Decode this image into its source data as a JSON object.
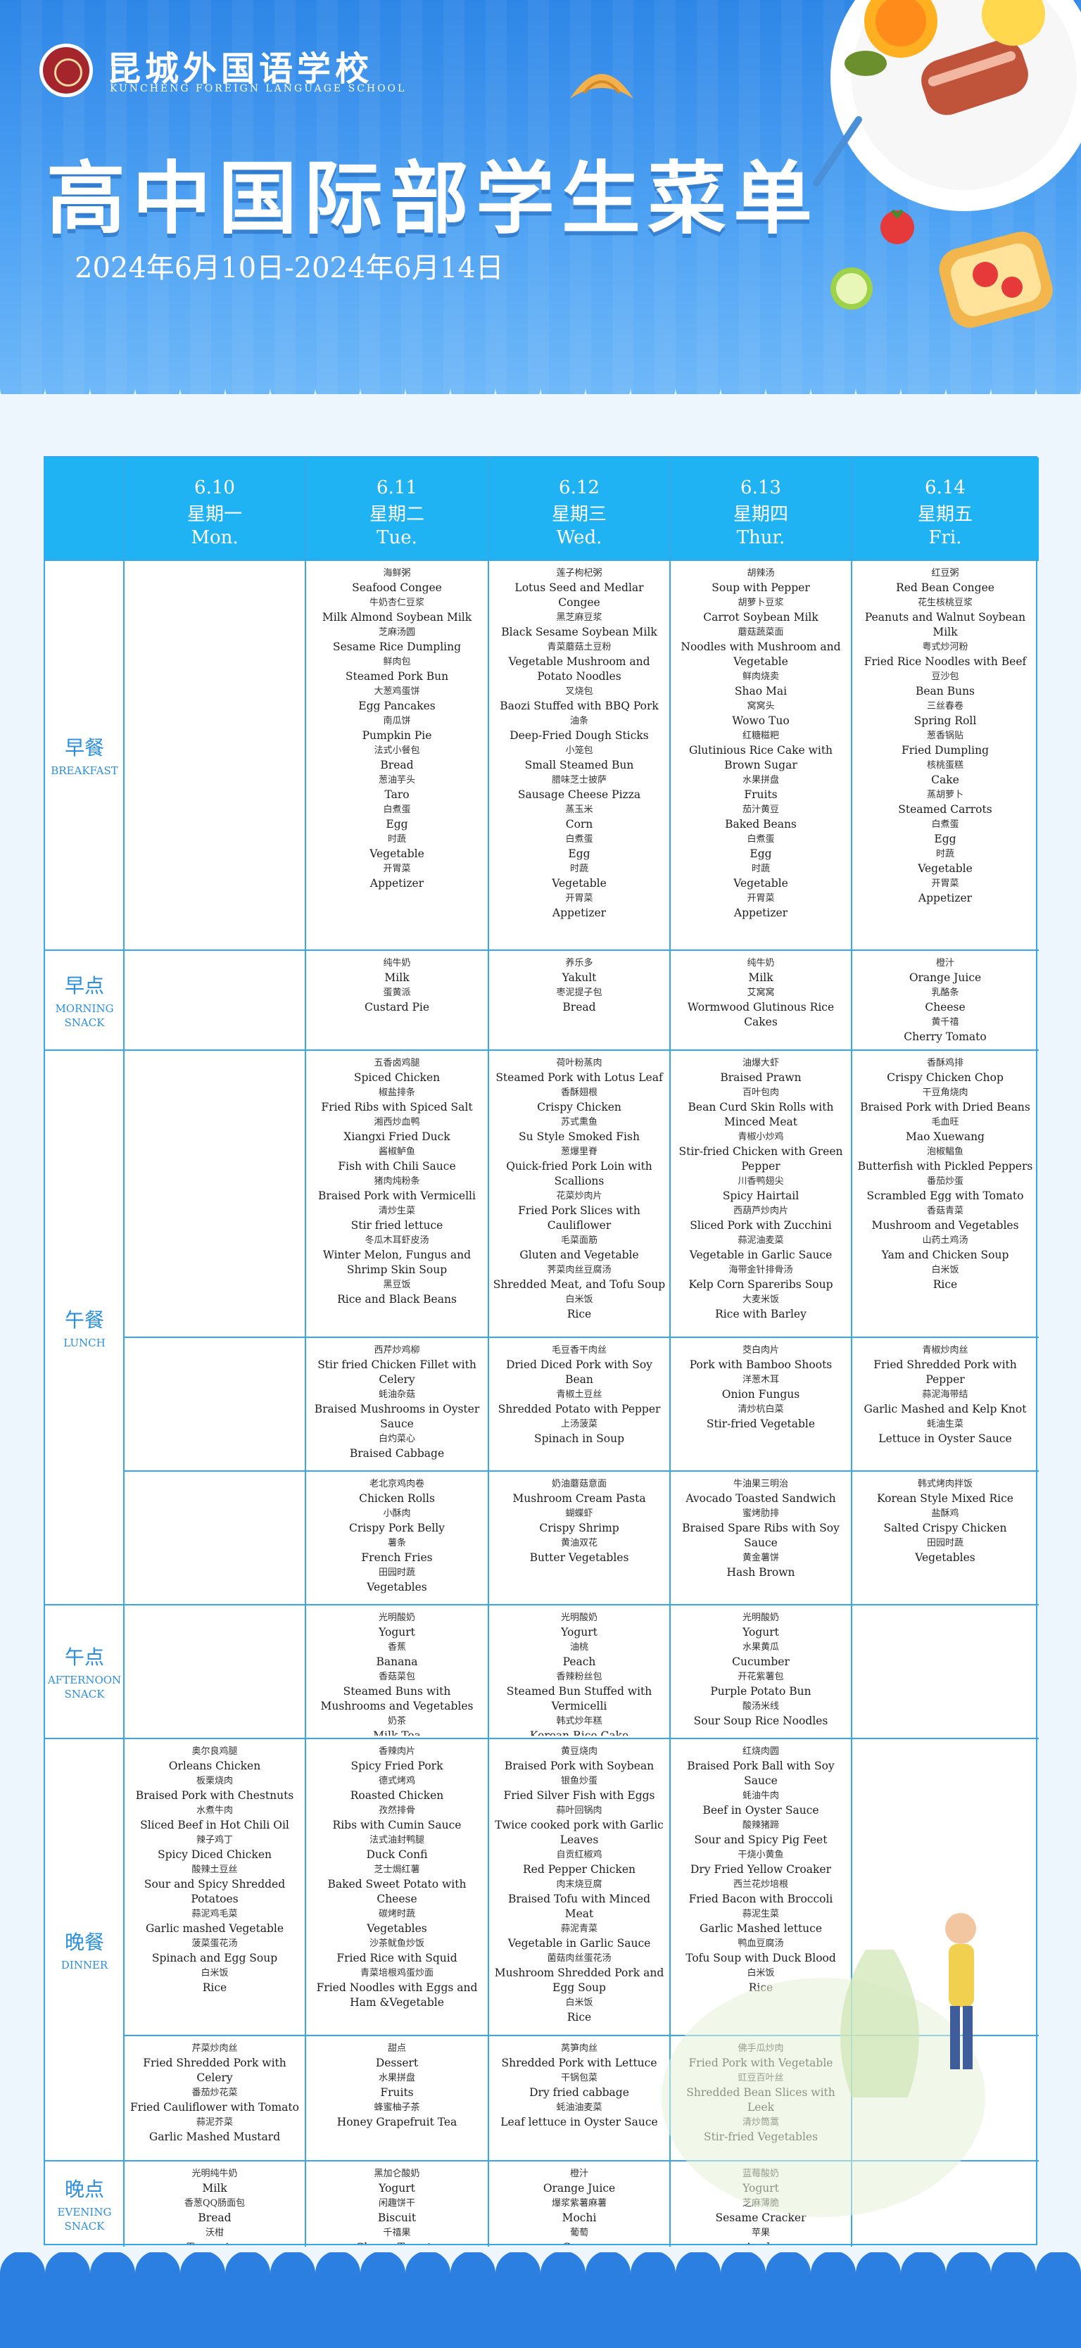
{
  "header": {
    "school_cn": "昆城外国语学校",
    "school_en": "KUNCHENG FOREIGN LANGUAGE SCHOOL",
    "title": "高中国际部学生菜单",
    "date_range": "2024年6月10日-2024年6月14日",
    "logo_icon": "school-emblem-icon"
  },
  "colors": {
    "accent": "#1fb3f3",
    "header_blue": "#2e86e6",
    "label_blue": "#2b8fe0"
  },
  "days": [
    {
      "date": "6.10",
      "cn": "星期一",
      "en": "Mon."
    },
    {
      "date": "6.11",
      "cn": "星期二",
      "en": "Tue."
    },
    {
      "date": "6.12",
      "cn": "星期三",
      "en": "Wed."
    },
    {
      "date": "6.13",
      "cn": "星期四",
      "en": "Thur."
    },
    {
      "date": "6.14",
      "cn": "星期五",
      "en": "Fri."
    }
  ],
  "meals": {
    "breakfast": {
      "cn": "早餐",
      "en": "BREAKFAST"
    },
    "morning": {
      "cn": "早点",
      "en": "MORNING SNACK"
    },
    "lunch": {
      "cn": "午餐",
      "en": "LUNCH"
    },
    "afternoon": {
      "cn": "午点",
      "en": "AFTERNOON SNACK"
    },
    "dinner": {
      "cn": "晚餐",
      "en": "DINNER"
    },
    "evening": {
      "cn": "晚点",
      "en": "EVENING SNACK"
    }
  },
  "cells": {
    "breakfast": [
      [],
      [
        [
          "海鲜粥",
          "Seafood Congee"
        ],
        [
          "牛奶杏仁豆浆",
          "Milk Almond Soybean Milk"
        ],
        [
          "芝麻汤圆",
          "Sesame Rice Dumpling"
        ],
        [
          "鲜肉包",
          "Steamed Pork Bun"
        ],
        [
          "大葱鸡蛋饼",
          "Egg Pancakes"
        ],
        [
          "南瓜饼",
          "Pumpkin Pie"
        ],
        [
          "法式小餐包",
          "Bread"
        ],
        [
          "葱油芋头",
          "Taro"
        ],
        [
          "白煮蛋",
          "Egg"
        ],
        [
          "时蔬",
          "Vegetable"
        ],
        [
          "开胃菜",
          "Appetizer"
        ]
      ],
      [
        [
          "莲子枸杞粥",
          "Lotus Seed and Medlar Congee"
        ],
        [
          "黑芝麻豆浆",
          "Black Sesame Soybean Milk"
        ],
        [
          "青菜蘑菇土豆粉",
          "Vegetable Mushroom and Potato Noodles"
        ],
        [
          "叉烧包",
          "Baozi Stuffed with BBQ Pork"
        ],
        [
          "油条",
          "Deep-Fried Dough Sticks"
        ],
        [
          "小笼包",
          "Small Steamed Bun"
        ],
        [
          "腊味芝士披萨",
          "Sausage Cheese Pizza"
        ],
        [
          "蒸玉米",
          "Corn"
        ],
        [
          "白煮蛋",
          "Egg"
        ],
        [
          "时蔬",
          "Vegetable"
        ],
        [
          "开胃菜",
          "Appetizer"
        ]
      ],
      [
        [
          "胡辣汤",
          "Soup with Pepper"
        ],
        [
          "胡萝卜豆浆",
          "Carrot Soybean Milk"
        ],
        [
          "蘑菇蔬菜面",
          "Noodles with Mushroom and Vegetable"
        ],
        [
          "鲜肉烧卖",
          "Shao Mai"
        ],
        [
          "窝窝头",
          "Wowo Tuo"
        ],
        [
          "红糖糍粑",
          "Glutinious Rice Cake with Brown Sugar"
        ],
        [
          "水果拼盘",
          "Fruits"
        ],
        [
          "茄汁黄豆",
          "Baked Beans"
        ],
        [
          "白煮蛋",
          "Egg"
        ],
        [
          "时蔬",
          "Vegetable"
        ],
        [
          "开胃菜",
          "Appetizer"
        ]
      ],
      [
        [
          "红豆粥",
          "Red Bean Congee"
        ],
        [
          "花生核桃豆浆",
          "Peanuts and Walnut Soybean Milk"
        ],
        [
          "粤式炒河粉",
          "Fried Rice Noodles with Beef"
        ],
        [
          "豆沙包",
          "Bean Buns"
        ],
        [
          "三丝春卷",
          "Spring Roll"
        ],
        [
          "葱香锅贴",
          "Fried Dumpling"
        ],
        [
          "核桃蛋糕",
          "Cake"
        ],
        [
          "蒸胡萝卜",
          "Steamed Carrots"
        ],
        [
          "白煮蛋",
          "Egg"
        ],
        [
          "时蔬",
          "Vegetable"
        ],
        [
          "开胃菜",
          "Appetizer"
        ]
      ]
    ],
    "morning": [
      [],
      [
        [
          "纯牛奶",
          "Milk"
        ],
        [
          "蛋黄派",
          "Custard Pie"
        ]
      ],
      [
        [
          "养乐多",
          "Yakult"
        ],
        [
          "枣泥提子包",
          "Bread"
        ]
      ],
      [
        [
          "纯牛奶",
          "Milk"
        ],
        [
          "艾窝窝",
          "Wormwood Glutinous Rice Cakes"
        ]
      ],
      [
        [
          "橙汁",
          "Orange Juice"
        ],
        [
          "乳酪条",
          "Cheese"
        ],
        [
          "黄千禧",
          "Cherry Tomato"
        ]
      ]
    ],
    "lunch1": [
      [],
      [
        [
          "五香卤鸡腿",
          "Spiced Chicken"
        ],
        [
          "椒盐排条",
          "Fried Ribs with Spiced Salt"
        ],
        [
          "湘西炒血鸭",
          "Xiangxi Fried Duck"
        ],
        [
          "酱椒鲈鱼",
          "Fish with Chili Sauce"
        ],
        [
          "猪肉炖粉条",
          "Braised Pork with Vermicelli"
        ],
        [
          "清炒生菜",
          "Stir fried lettuce"
        ],
        [
          "冬瓜木耳虾皮汤",
          "Winter Melon, Fungus and Shrimp Skin Soup"
        ],
        [
          "黑豆饭",
          "Rice and Black Beans"
        ]
      ],
      [
        [
          "荷叶粉蒸肉",
          "Steamed Pork with Lotus Leaf"
        ],
        [
          "香酥翅根",
          "Crispy Chicken"
        ],
        [
          "苏式熏鱼",
          "Su Style Smoked Fish"
        ],
        [
          "葱爆里脊",
          "Quick-fried Pork Loin with Scallions"
        ],
        [
          "花菜炒肉片",
          "Fried Pork Slices with Cauliflower"
        ],
        [
          "毛菜面筋",
          "Gluten and Vegetable"
        ],
        [
          "荠菜肉丝豆腐汤",
          "Shredded Meat, and Tofu Soup"
        ],
        [
          "白米饭",
          "Rice"
        ]
      ],
      [
        [
          "油爆大虾",
          "Braised Prawn"
        ],
        [
          "百叶包肉",
          "Bean Curd Skin Rolls with Minced Meat"
        ],
        [
          "青椒小炒鸡",
          "Stir-fried Chicken  with Green Pepper"
        ],
        [
          "川香鸭翅尖",
          "Spicy Hairtail"
        ],
        [
          "西葫芦炒肉片",
          "Sliced Pork with Zucchini"
        ],
        [
          "蒜泥油麦菜",
          "Vegetable in Garlic Sauce"
        ],
        [
          "海带金针排骨汤",
          "Kelp Corn Spareribs Soup"
        ],
        [
          "大麦米饭",
          "Rice with Barley"
        ]
      ],
      [
        [
          "香酥鸡排",
          "Crispy Chicken Chop"
        ],
        [
          "干豆角烧肉",
          "Braised Pork with Dried Beans"
        ],
        [
          "毛血旺",
          "Mao Xuewang"
        ],
        [
          "泡椒鲳鱼",
          "Butterfish with Pickled Peppers"
        ],
        [
          "番茄炒蛋",
          "Scrambled Egg with Tomato"
        ],
        [
          "香菇青菜",
          "Mushroom and Vegetables"
        ],
        [
          "山药土鸡汤",
          "Yam and Chicken Soup"
        ],
        [
          "白米饭",
          "Rice"
        ]
      ]
    ],
    "lunch2": [
      [],
      [
        [
          "西芹炒鸡柳",
          "Stir fried Chicken Fillet with Celery"
        ],
        [
          "蚝油杂菇",
          "Braised Mushrooms in Oyster Sauce"
        ],
        [
          "白灼菜心",
          "Braised Cabbage"
        ]
      ],
      [
        [
          "毛豆香干肉丝",
          "Dried Diced Pork with Soy Bean"
        ],
        [
          "青椒土豆丝",
          "Shredded Potato with Pepper"
        ],
        [
          "上汤菠菜",
          "Spinach in Soup"
        ]
      ],
      [
        [
          "茭白肉片",
          "Pork with Bamboo Shoots"
        ],
        [
          "洋葱木耳",
          "Onion Fungus"
        ],
        [
          "清炒杭白菜",
          "Stir-fried Vegetable"
        ]
      ],
      [
        [
          "青椒炒肉丝",
          "Fried Shredded Pork with Pepper"
        ],
        [
          "蒜泥海带结",
          "Garlic Mashed and Kelp Knot"
        ],
        [
          "蚝油生菜",
          "Lettuce in Oyster Sauce"
        ]
      ]
    ],
    "lunch3": [
      [],
      [
        [
          "老北京鸡肉卷",
          "Chicken Rolls"
        ],
        [
          "小酥肉",
          "Crispy Pork Belly"
        ],
        [
          "薯条",
          "French Fries"
        ],
        [
          "田园时蔬",
          "Vegetables"
        ]
      ],
      [
        [
          "奶油蘑菇意面",
          "Mushroom Cream Pasta"
        ],
        [
          "蝴蝶虾",
          "Crispy Shrimp"
        ],
        [
          "黄油双花",
          "Butter Vegetables"
        ]
      ],
      [
        [
          "牛油果三明治",
          "Avocado Toasted Sandwich"
        ],
        [
          "蜜烤肋排",
          "Braised Spare Ribs with Soy Sauce"
        ],
        [
          "黄金薯饼",
          "Hash Brown"
        ]
      ],
      [
        [
          "韩式烤肉拌饭",
          "Korean Style Mixed Rice"
        ],
        [
          "盐酥鸡",
          "Salted Crispy Chicken"
        ],
        [
          "田园时蔬",
          "Vegetables"
        ]
      ]
    ],
    "afternoon": [
      [],
      [
        [
          "光明酸奶",
          "Yogurt"
        ],
        [
          "香蕉",
          "Banana"
        ],
        [
          "香菇菜包",
          "Steamed Buns with Mushrooms and Vegetables"
        ],
        [
          "奶茶",
          "Milk Tea"
        ]
      ],
      [
        [
          "光明酸奶",
          "Yogurt"
        ],
        [
          "油桃",
          "Peach"
        ],
        [
          "香辣粉丝包",
          "Steamed Bun Stuffed with Vermicelli"
        ],
        [
          "韩式炒年糕",
          "Korean Rice Cake"
        ]
      ],
      [
        [
          "光明酸奶",
          "Yogurt"
        ],
        [
          "水果黄瓜",
          "Cucumber"
        ],
        [
          "开花紫薯包",
          "Purple Potato Bun"
        ],
        [
          "酸汤米线",
          "Sour Soup Rice Noodles"
        ]
      ],
      []
    ],
    "dinner1": [
      [
        [
          "奥尔良鸡腿",
          "Orleans Chicken"
        ],
        [
          "板栗烧肉",
          "Braised Pork with Chestnuts"
        ],
        [
          "水煮牛肉",
          "Sliced Beef in Hot Chili Oil"
        ],
        [
          "辣子鸡丁",
          "Spicy Diced Chicken"
        ],
        [
          "酸辣土豆丝",
          "Sour and Spicy Shredded Potatoes"
        ],
        [
          "蒜泥鸡毛菜",
          "Garlic mashed Vegetable"
        ],
        [
          "菠菜蛋花汤",
          "Spinach and Egg Soup"
        ],
        [
          "白米饭",
          "Rice"
        ]
      ],
      [
        [
          "香辣肉片",
          "Spicy Fried Pork"
        ],
        [
          "德式烤鸡",
          "Roasted Chicken"
        ],
        [
          "孜然排骨",
          "Ribs with Cumin Sauce"
        ],
        [
          "法式油封鸭腿",
          "Duck Confi"
        ],
        [
          "芝士焗红薯",
          "Baked Sweet Potato with Cheese"
        ],
        [
          "碳烤时蔬",
          "Vegetables"
        ],
        [
          "沙茶鱿鱼炒饭",
          "Fried Rice with Squid"
        ],
        [
          "青菜培根鸡蛋炒面",
          "Fried Noodles with Eggs and Ham &Vegetable"
        ]
      ],
      [
        [
          "黄豆烧肉",
          "Braised Pork with Soybean"
        ],
        [
          "银鱼炒蛋",
          "Fried Silver Fish with Eggs"
        ],
        [
          "蒜叶回锅肉",
          "Twice cooked pork with Garlic Leaves"
        ],
        [
          "自贡红椒鸡",
          "Red Pepper Chicken"
        ],
        [
          "肉末烧豆腐",
          "Braised Tofu with Minced Meat"
        ],
        [
          "蒜泥青菜",
          "Vegetable in Garlic Sauce"
        ],
        [
          "菌菇肉丝蛋花汤",
          "Mushroom Shredded Pork and Egg Soup"
        ],
        [
          "白米饭",
          "Rice"
        ]
      ],
      [
        [
          "红烧肉圆",
          "Braised Pork Ball with Soy Sauce"
        ],
        [
          "蚝油牛肉",
          "Beef in Oyster Sauce"
        ],
        [
          "酸辣猪蹄",
          "Sour and Spicy Pig Feet"
        ],
        [
          "干烧小黄鱼",
          "Dry Fried Yellow Croaker"
        ],
        [
          "西兰花炒培根",
          "Fried Bacon with Broccoli"
        ],
        [
          "蒜泥生菜",
          "Garlic Mashed lettuce"
        ],
        [
          "鸭血豆腐汤",
          "Tofu Soup with Duck Blood"
        ],
        [
          "白米饭",
          "Rice"
        ]
      ],
      []
    ],
    "dinner2": [
      [
        [
          "芹菜炒肉丝",
          "Fried Shredded Pork with Celery"
        ],
        [
          "番茄炒花菜",
          "Fried Cauliflower with Tomato"
        ],
        [
          "蒜泥芥菜",
          "Garlic Mashed Mustard"
        ]
      ],
      [
        [
          "甜点",
          "Dessert"
        ],
        [
          "水果拼盘",
          "Fruits"
        ],
        [
          "蜂蜜柚子茶",
          "Honey Grapefruit Tea"
        ]
      ],
      [
        [
          "莴笋肉丝",
          "Shredded Pork with Lettuce"
        ],
        [
          "干锅包菜",
          "Dry fried cabbage"
        ],
        [
          "蚝油油麦菜",
          "Leaf lettuce in Oyster Sauce"
        ]
      ],
      [
        [
          "佛手瓜炒肉",
          "Fried Pork with Vegetable"
        ],
        [
          "豇豆百叶丝",
          "Shredded Bean Slices with Leek"
        ],
        [
          "清炒筒蒿",
          "Stir-fried Vegetables"
        ]
      ],
      []
    ],
    "evening": [
      [
        [
          "光明纯牛奶",
          "Milk"
        ],
        [
          "香葱QQ肠面包",
          "Bread"
        ],
        [
          "沃柑",
          "Tangerine"
        ]
      ],
      [
        [
          "黑加仑酸奶",
          "Yogurt"
        ],
        [
          "闲趣饼干",
          "Biscuit"
        ],
        [
          "千禧果",
          "Cherry Tomato"
        ]
      ],
      [
        [
          "橙汁",
          "Orange Juice"
        ],
        [
          "爆浆紫薯麻薯",
          "Mochi"
        ],
        [
          "葡萄",
          "Grape"
        ]
      ],
      [
        [
          "蓝莓酸奶",
          "Yogurt"
        ],
        [
          "芝麻薄脆",
          "Sesame Cracker"
        ],
        [
          "苹果",
          "Apple"
        ]
      ],
      []
    ]
  }
}
